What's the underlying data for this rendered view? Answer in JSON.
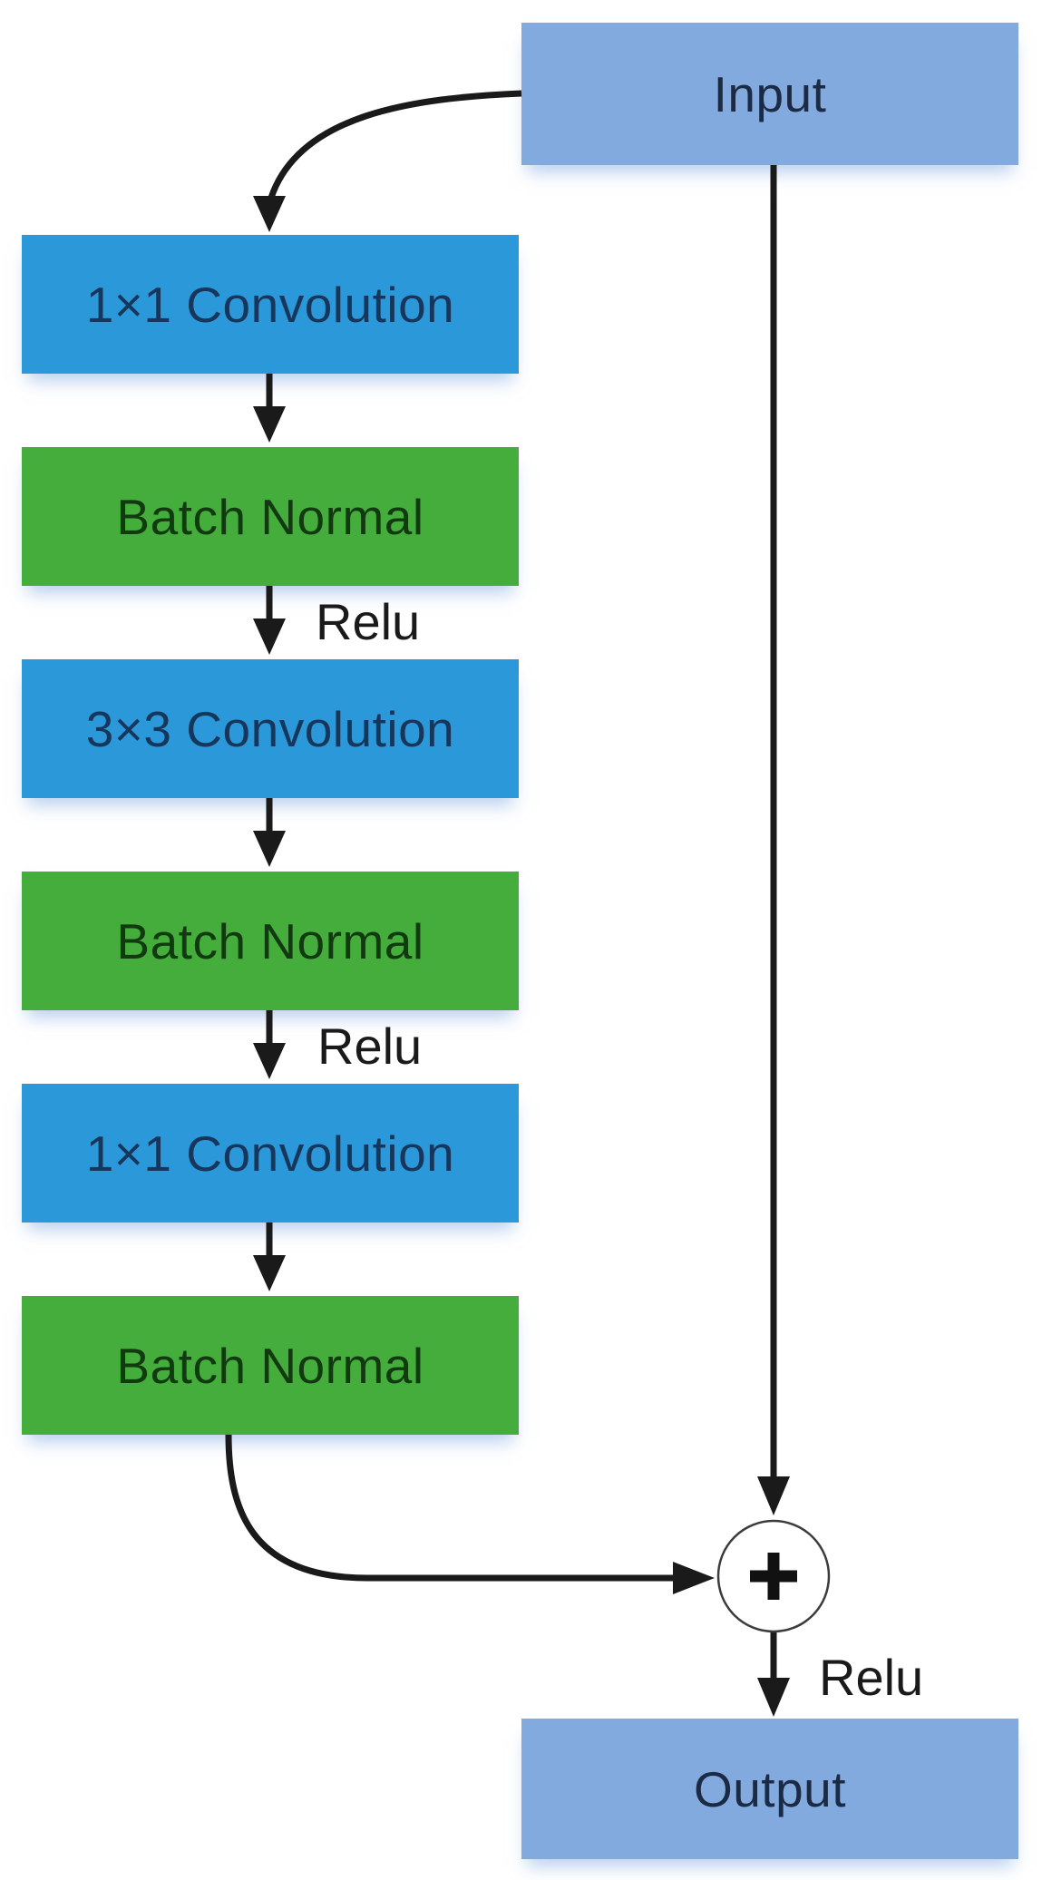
{
  "nodes": {
    "input": "Input",
    "left_column": [
      {
        "id": "conv_1x1_a",
        "kind": "conv",
        "label": "1×1 Convolution"
      },
      {
        "id": "bn_a",
        "kind": "bn",
        "label": "Batch Normal"
      },
      {
        "id": "conv_3x3",
        "kind": "conv",
        "label": "3×3 Convolution"
      },
      {
        "id": "bn_b",
        "kind": "bn",
        "label": "Batch Normal"
      },
      {
        "id": "conv_1x1_b",
        "kind": "conv",
        "label": "1×1 Convolution"
      },
      {
        "id": "bn_c",
        "kind": "bn",
        "label": "Batch Normal"
      }
    ],
    "output": "Output"
  },
  "annotations": {
    "relu_after_bn1": "Relu",
    "relu_after_bn2": "Relu",
    "relu_before_output": "Relu",
    "sum_symbol": "+"
  },
  "colors": {
    "conv_fill": "#2B99D9",
    "bn_fill": "#45AD3B",
    "io_fill": "#83AADE",
    "conv_text": "#16365C",
    "bn_text": "#123A10",
    "io_text": "#1B2B45",
    "line": "#1A1A1A"
  }
}
